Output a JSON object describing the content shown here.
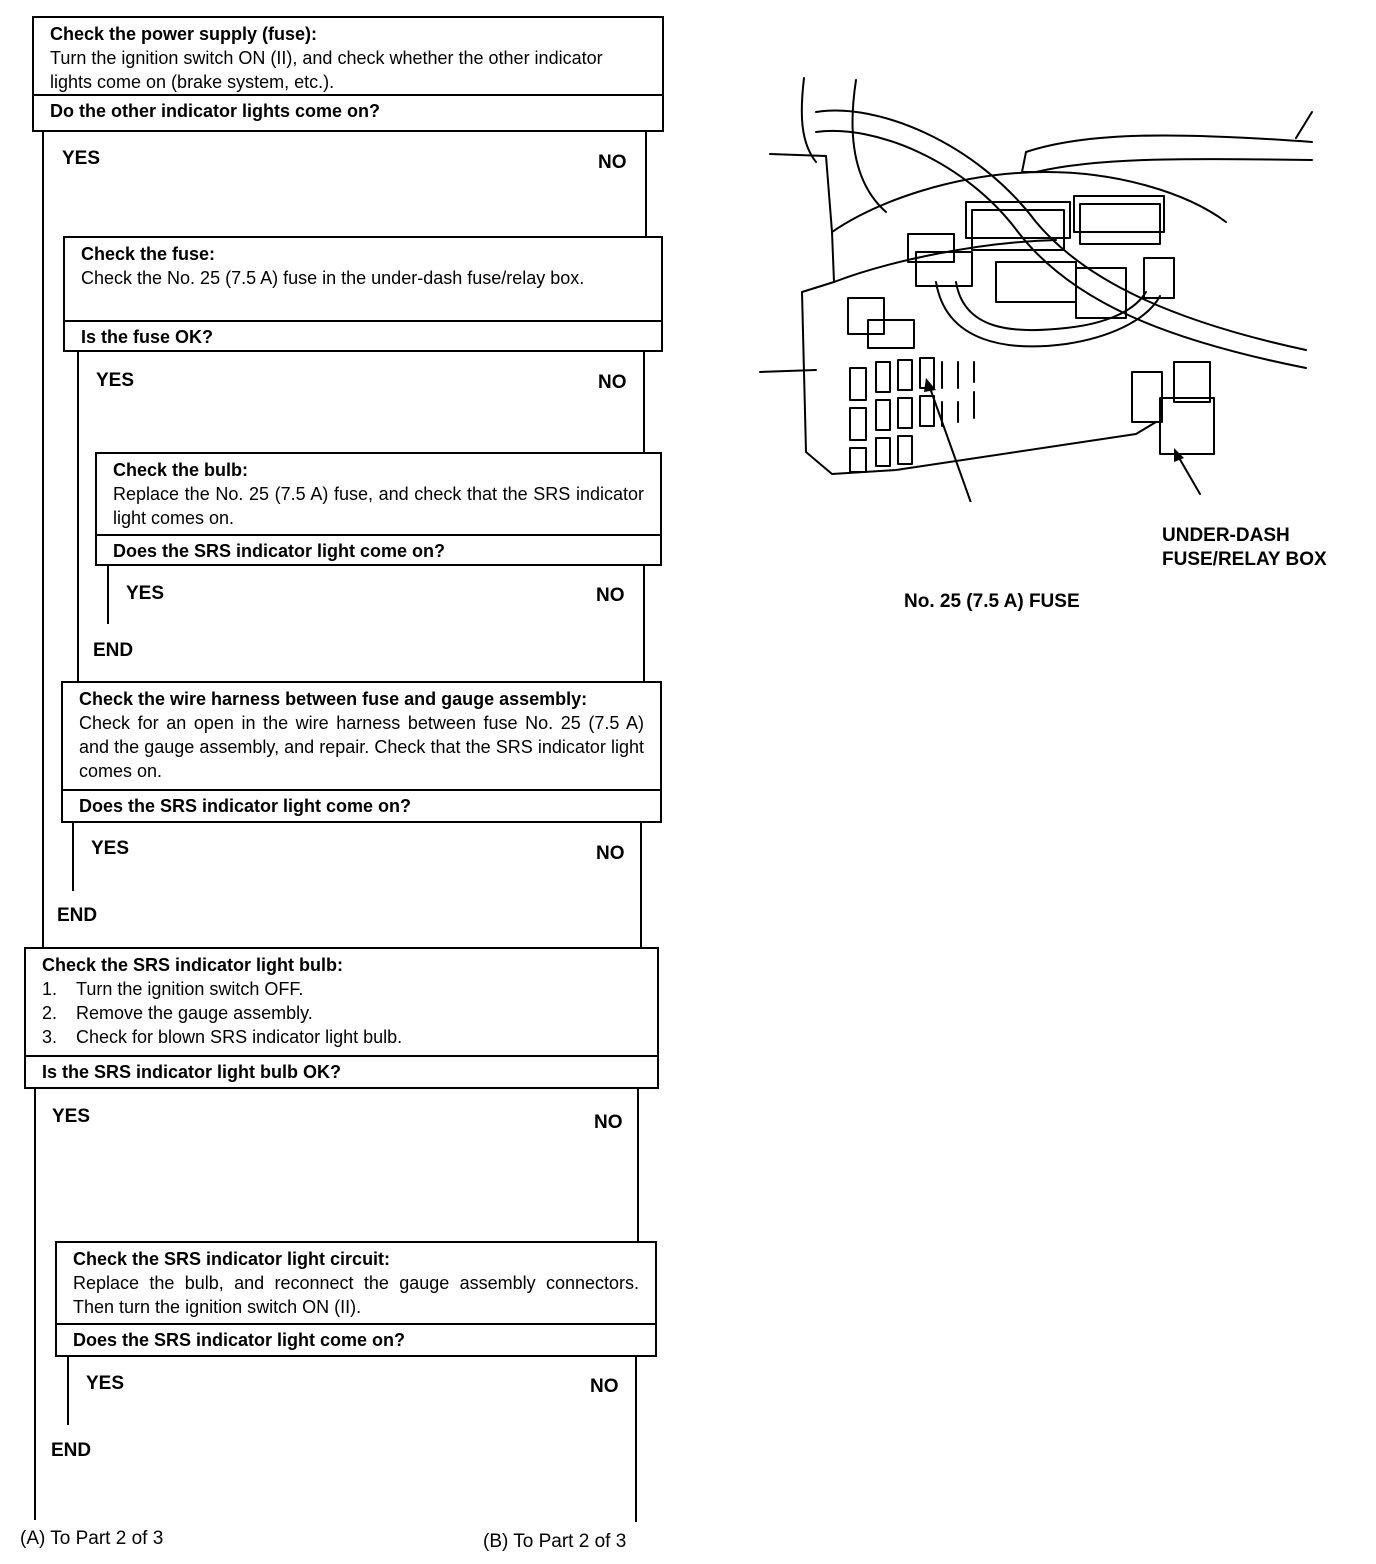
{
  "flow": {
    "step1": {
      "title": "Check the power supply (fuse):",
      "text": "Turn the ignition switch ON (II), and check whether the other indicator lights come on (brake system, etc.).",
      "question": "Do the other indicator lights come on?",
      "yes": "YES",
      "no": "NO"
    },
    "step2": {
      "title": "Check the fuse:",
      "text": "Check the No. 25 (7.5 A) fuse in the under-dash fuse/relay box.",
      "question": "Is the fuse OK?",
      "yes": "YES",
      "no": "NO"
    },
    "step3": {
      "title": "Check the bulb:",
      "text": "Replace the No. 25 (7.5 A) fuse, and check that the SRS indicator light comes on.",
      "question": "Does the SRS indicator light come on?",
      "yes": "YES",
      "no": "NO",
      "end": "END"
    },
    "step4": {
      "title": "Check the wire harness between fuse and gauge assembly:",
      "text": "Check for an open in the wire harness between fuse No. 25 (7.5 A) and the gauge assembly, and repair. Check that the SRS indicator light comes on.",
      "question": "Does the SRS indicator light come on?",
      "yes": "YES",
      "no": "NO",
      "end": "END"
    },
    "step5": {
      "title": "Check the SRS indicator light bulb:",
      "steps": [
        {
          "num": "1.",
          "text": "Turn the ignition switch OFF."
        },
        {
          "num": "2.",
          "text": "Remove the gauge assembly."
        },
        {
          "num": "3.",
          "text": "Check for blown SRS indicator light bulb."
        }
      ],
      "question": "Is the SRS indicator light bulb OK?",
      "yes": "YES",
      "no": "NO"
    },
    "step6": {
      "title": "Check the SRS indicator light circuit:",
      "text": "Replace the bulb, and reconnect the gauge assembly connectors. Then turn the ignition switch ON (II).",
      "question": "Does the SRS indicator light come on?",
      "yes": "YES",
      "no": "NO",
      "end": "END"
    },
    "footer": {
      "a": "(A) To Part 2 of 3",
      "b": "(B) To Part 2 of 3"
    }
  },
  "illustration": {
    "callout_box": "UNDER-DASH\nFUSE/RELAY BOX",
    "callout_box_line1": "UNDER-DASH",
    "callout_box_line2": "FUSE/RELAY BOX",
    "callout_fuse": "No. 25 (7.5 A) FUSE"
  }
}
